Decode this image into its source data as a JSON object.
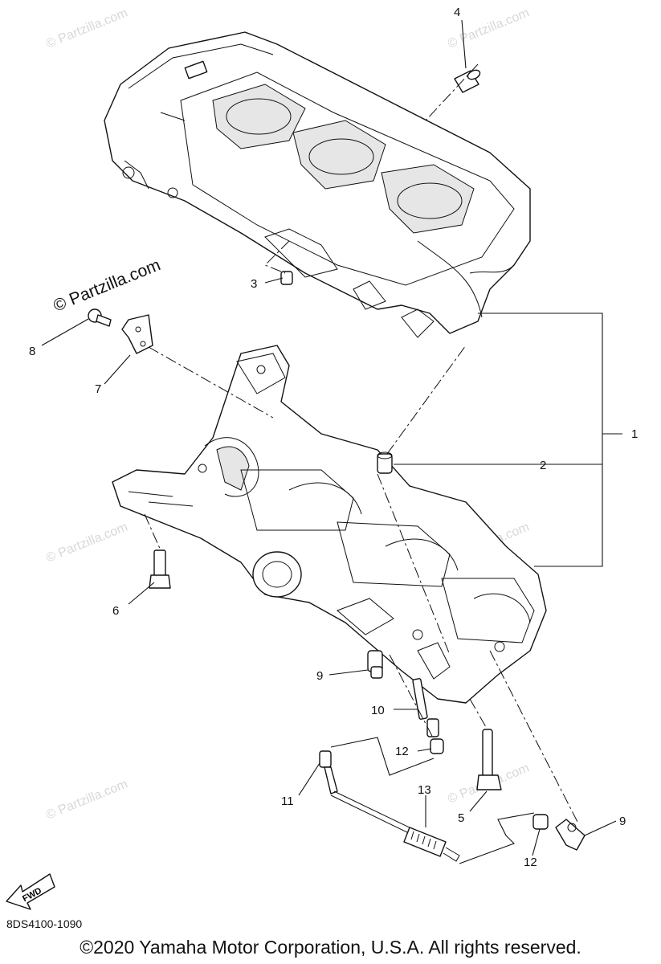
{
  "watermark": {
    "text": "© Partzilla.com"
  },
  "callouts": {
    "c1": "1",
    "c2": "2",
    "c3": "3",
    "c4": "4",
    "c5": "5",
    "c6": "6",
    "c7": "7",
    "c8": "8",
    "c9a": "9",
    "c9b": "9",
    "c10": "10",
    "c11": "11",
    "c12a": "12",
    "c12b": "12",
    "c13": "13"
  },
  "fwd_label": "FWD",
  "diagram_code": "8DS4100-1090",
  "copyright": "©2020 Yamaha Motor Corporation, U.S.A. All rights reserved."
}
